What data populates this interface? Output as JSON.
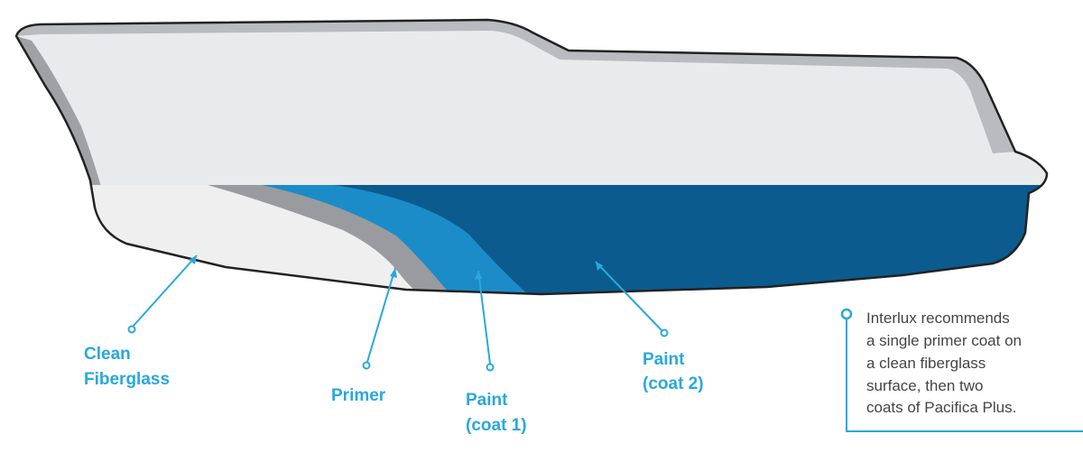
{
  "colors": {
    "hull_topside": "#e9eaeb",
    "hull_outline": "#222222",
    "primer": "#9a9b9e",
    "paint_coat_1": "#1b8cc8",
    "paint_coat_2": "#0b5b8e",
    "label": "#29a8dc",
    "note_text": "#444444"
  },
  "labels": {
    "clean_fiberglass": [
      "Clean",
      "Fiberglass"
    ],
    "primer": [
      "Primer"
    ],
    "paint_coat_1": [
      "Paint",
      "(coat 1)"
    ],
    "paint_coat_2": [
      "Paint",
      "(coat 2)"
    ]
  },
  "note": {
    "lines": [
      "Interlux recommends",
      "a single primer coat on",
      "a clean fiberglass",
      "surface, then two",
      "coats of Pacifica Plus."
    ]
  }
}
